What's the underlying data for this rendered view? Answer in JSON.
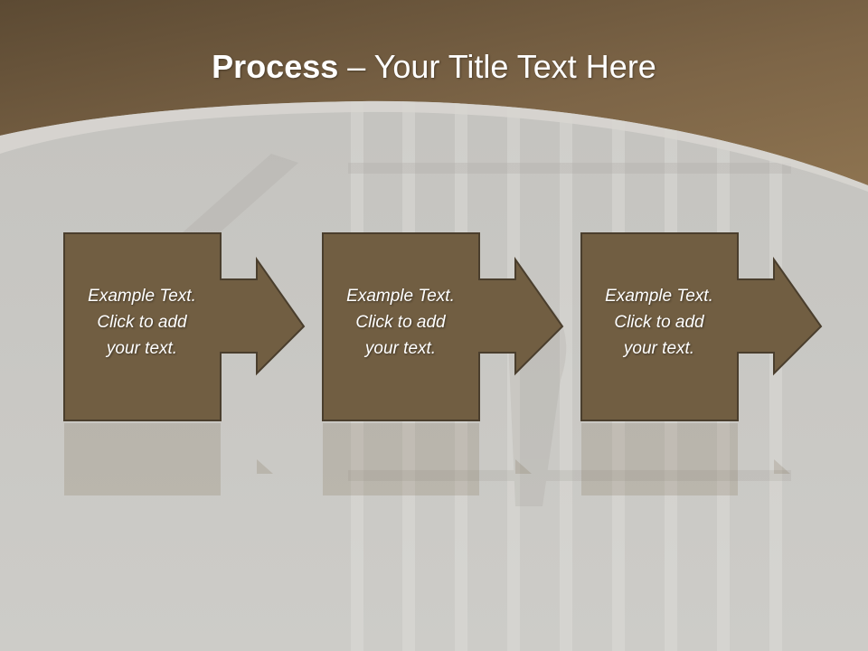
{
  "title": {
    "bold": "Process",
    "rest": " – Your Title Text Here"
  },
  "steps": [
    {
      "text": "Example Text.\nClick  to add\nyour text."
    },
    {
      "text": "Example Text.\nClick  to add\nyour text."
    },
    {
      "text": "Example Text.\nClick  to add\nyour text."
    }
  ],
  "colors": {
    "header": "#7a6446",
    "box": "#715e42",
    "box_border": "#4f4230",
    "background": "#c9c8c4"
  }
}
